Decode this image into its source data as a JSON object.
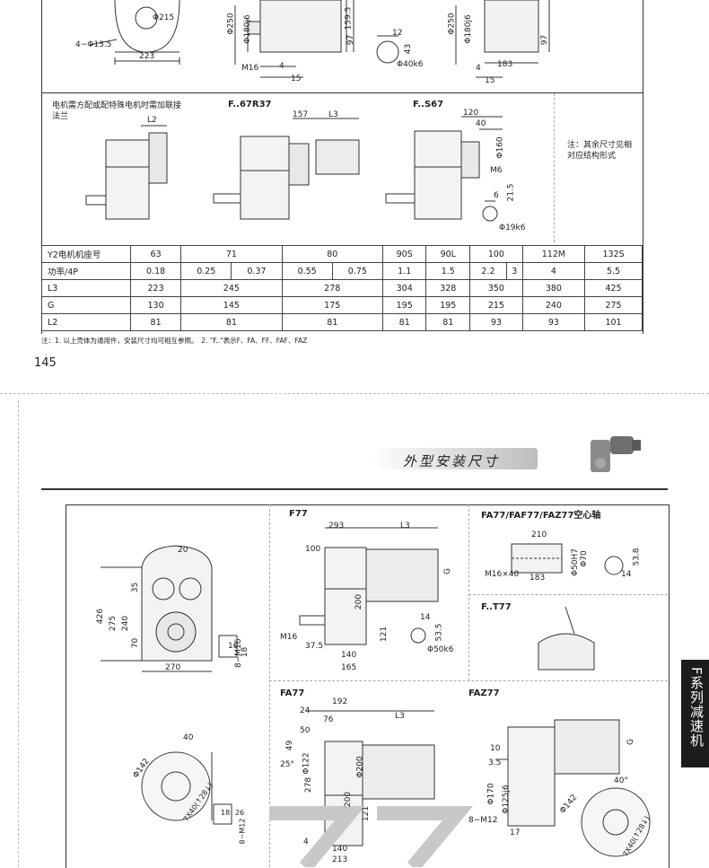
{
  "top": {
    "dims": {
      "d215": "Φ215",
      "d135": "4−Φ13.5",
      "d223": "223",
      "d250a": "Φ250",
      "d180a": "Φ180j6",
      "d1595": "159.5",
      "d97a": "97",
      "m16a": "M16",
      "d4a": "4",
      "d15a": "15",
      "d12": "12",
      "d43": "43",
      "d40k6": "Φ40k6",
      "d250b": "Φ250",
      "d180b": "Φ180j6",
      "d97b": "97",
      "d183a": "183",
      "d4b": "4",
      "d15b": "15"
    },
    "note_left": "电机需方配或配特殊电机时需加联接法兰",
    "l2": "L2",
    "f67r37": {
      "title": "F..67R37",
      "d157": "157",
      "l3": "L3"
    },
    "fs67": {
      "title": "F..S67",
      "d120": "120",
      "d40": "40",
      "d160": "Φ160",
      "m6": "M6",
      "d6": "6",
      "d215": "21.5",
      "d19k6": "Φ19k6"
    },
    "note_right": "注：其余尺寸见相对应结构形式",
    "table": {
      "rows": [
        {
          "label": "Y2电机机座号",
          "cells": [
            "63",
            "71",
            "80",
            "90S",
            "90L",
            "100",
            "112M",
            "132S"
          ]
        },
        {
          "label": "功率/4P",
          "cells": [
            "0.18",
            "0.25",
            "0.37",
            "0.55",
            "0.75",
            "1.1",
            "1.5",
            "2.2",
            "3",
            "4",
            "5.5"
          ]
        },
        {
          "label": "L3",
          "cells": [
            "223",
            "245",
            "278",
            "304",
            "328",
            "350",
            "380",
            "425"
          ]
        },
        {
          "label": "G",
          "cells": [
            "130",
            "145",
            "175",
            "195",
            "195",
            "215",
            "240",
            "275"
          ]
        },
        {
          "label": "L2",
          "cells": [
            "81",
            "81",
            "81",
            "81",
            "81",
            "93",
            "93",
            "101"
          ]
        }
      ]
    },
    "footnote": "注：1. 以上壳体为通用件，安装尺寸均可相互参照。　2. \"F..\"表示F、FA、FF、FAF、FAZ",
    "page": "145"
  },
  "bottom": {
    "heading": "外型安装尺寸",
    "tab": "F系列减速机",
    "front": {
      "d20": "20",
      "d426": "426",
      "d275": "275",
      "d240": "240",
      "d35": "35",
      "d70": "70",
      "d270": "270",
      "d16": "16",
      "d18": "18",
      "m16": "8−M16"
    },
    "f77": {
      "title": "F77",
      "d293": "293",
      "l3": "L3",
      "d100": "100",
      "g": "G",
      "d200": "200",
      "d121": "121",
      "m16": "M16",
      "d375": "37.5",
      "d140": "140",
      "d165": "165",
      "d14": "14",
      "d535": "53.5",
      "d50k6": "Φ50k6"
    },
    "hollow": {
      "title": "FA77/FAF77/FAZ77空心轴",
      "d210": "210",
      "m16x40": "M16×40",
      "d183": "183",
      "d50h7": "Φ50H7",
      "d70": "Φ70",
      "d538": "53.8",
      "d14": "14"
    },
    "ft77": {
      "title": "F..T77"
    },
    "fa77": {
      "title": "FA77",
      "d192": "192",
      "d24": "24",
      "d76": "76",
      "d50": "50",
      "l3": "L3",
      "d49": "49",
      "d25": "25°",
      "d122": "Φ122",
      "d200": "Φ200",
      "d278": "278",
      "d200b": "200",
      "d121": "121",
      "d140": "140",
      "d213": "213",
      "d4": "4",
      "d40": "40",
      "d142": "Φ142",
      "spline": "7X40(↑28↓)",
      "m12": "8−M12",
      "d18": "18",
      "d26": "26"
    },
    "faz77": {
      "title": "FAZ77",
      "d10": "10",
      "d35": "3.5",
      "g": "G",
      "d170": "Φ170",
      "d1256": "Φ125j6",
      "m12": "8−M12",
      "d17": "17",
      "d40": "40°",
      "d142": "Φ142",
      "spline": "7X40(↑28↓)"
    }
  }
}
